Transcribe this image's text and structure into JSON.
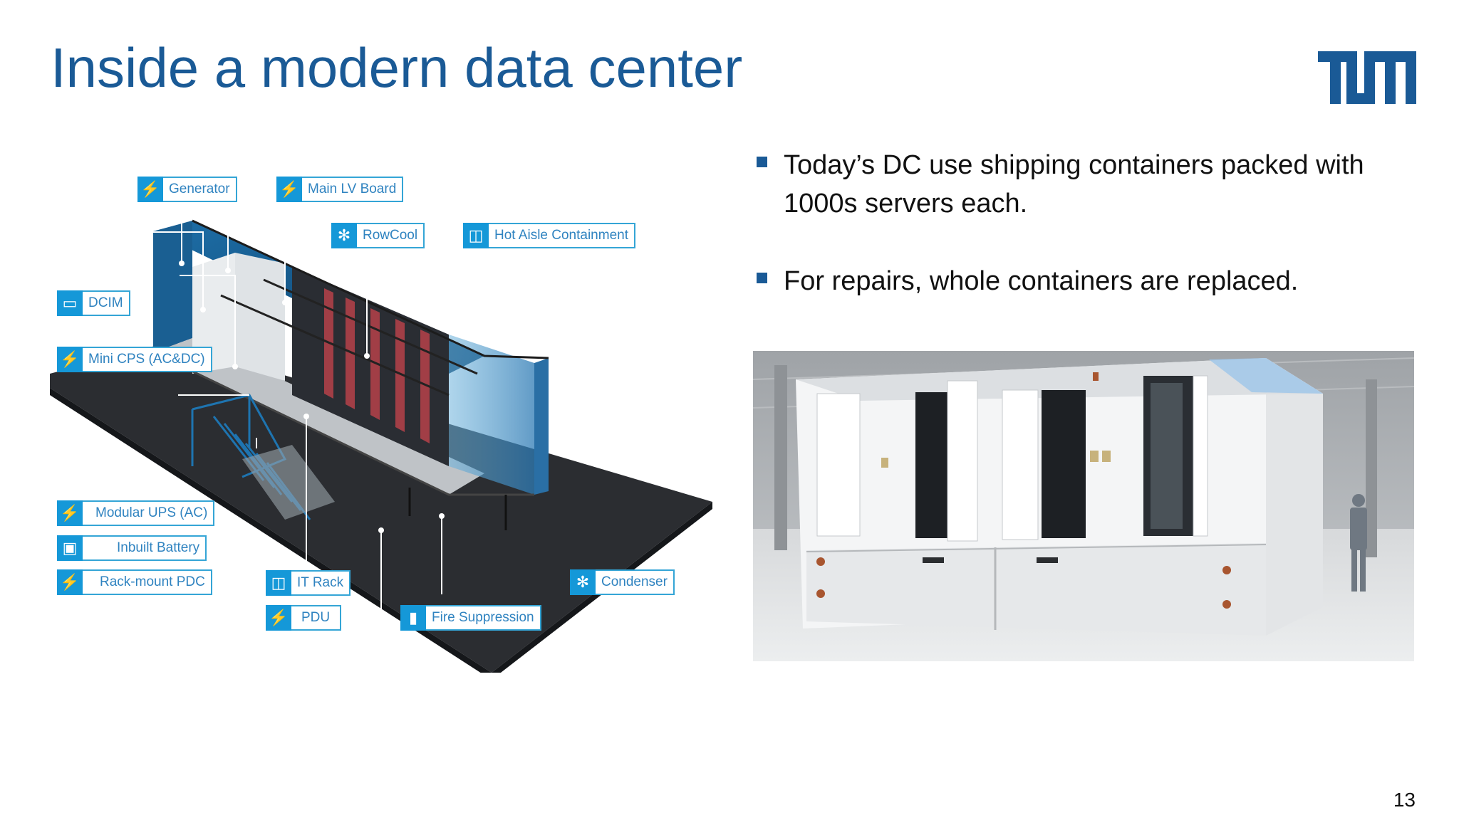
{
  "slide": {
    "title": "Inside a modern data center",
    "page_number": "13"
  },
  "bullets": [
    "Today’s DC use shipping containers packed with 1000s servers each.",
    "For repairs, whole containers are replaced."
  ],
  "diagram": {
    "labels": {
      "generator": "Generator",
      "main_lv_board": "Main LV Board",
      "rowcool": "RowCool",
      "hot_aisle": "Hot Aisle Containment",
      "dcim": "DCIM",
      "mini_cps": "Mini CPS (AC&DC)",
      "modular_ups": "Modular UPS (AC)",
      "inbuilt_battery": "Inbuilt Battery",
      "rack_pdc": "Rack-mount PDC",
      "it_rack": "IT Rack",
      "pdu": "PDU",
      "fire_suppression": "Fire Suppression",
      "condenser": "Condenser"
    }
  },
  "colors": {
    "title": "#1a5a96",
    "accent": "#1598d8",
    "callout_border": "#34a5d6"
  }
}
